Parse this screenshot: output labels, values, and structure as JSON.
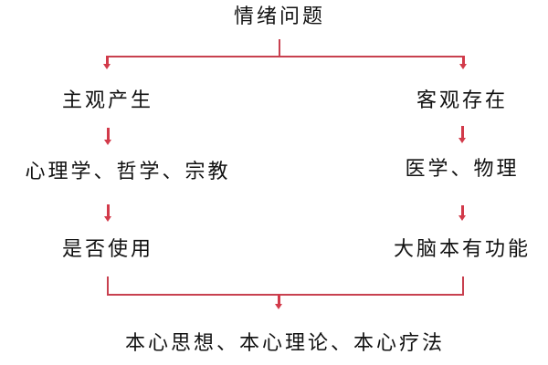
{
  "title": "情绪问题",
  "left_branch": {
    "level1": "主观产生",
    "level2": "心理学、哲学、宗教",
    "level3": "是否使用"
  },
  "right_branch": {
    "level1": "客观存在",
    "level2": "医学、物理",
    "level3": "大脑本有功能"
  },
  "conclusion": "本心思想、本心理论、本心疗法",
  "colors": {
    "connector": "#c8404f",
    "text": "#111111",
    "background": "#ffffff"
  }
}
